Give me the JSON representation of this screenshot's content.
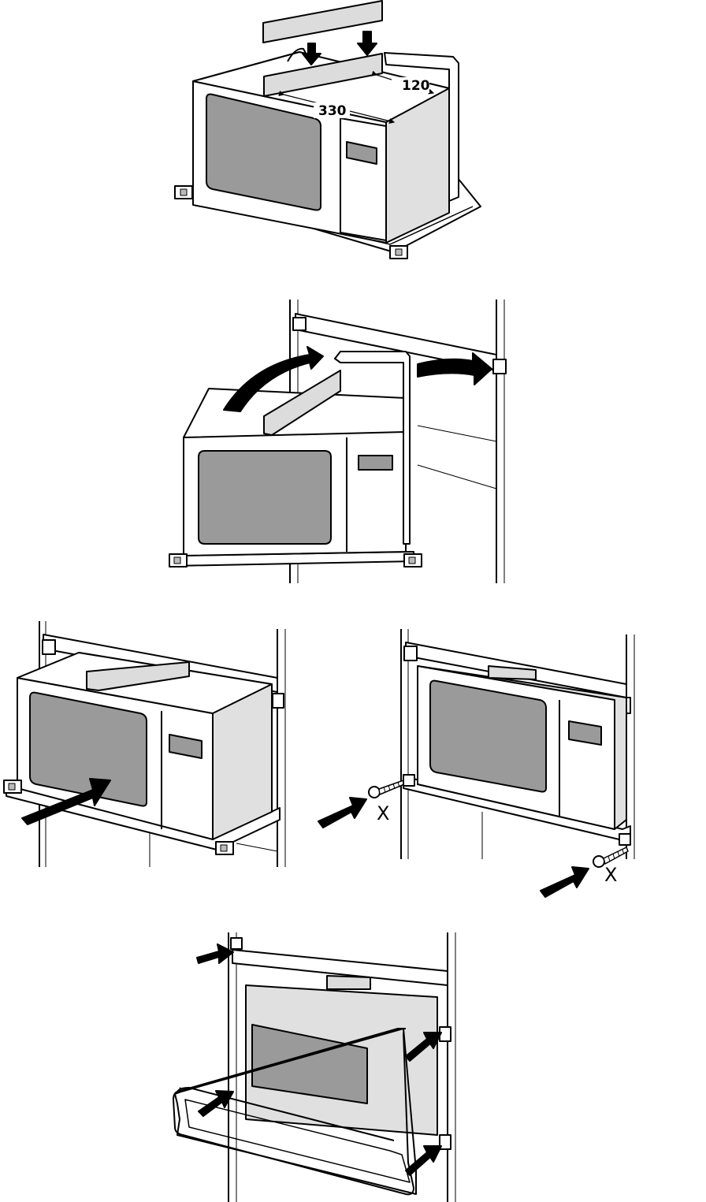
{
  "steps": [
    {
      "id": "step-1",
      "dimensions": {
        "depth": "120",
        "width": "330"
      }
    },
    {
      "id": "step-2"
    },
    {
      "id": "step-3"
    },
    {
      "id": "step-4",
      "screw_labels": [
        "X",
        "X"
      ]
    },
    {
      "id": "step-5"
    }
  ],
  "colors": {
    "line": "#000000",
    "window": "#9a9a9a",
    "side": "#e0e0e0",
    "strip": "#dcdcdc",
    "background": "#ffffff"
  }
}
